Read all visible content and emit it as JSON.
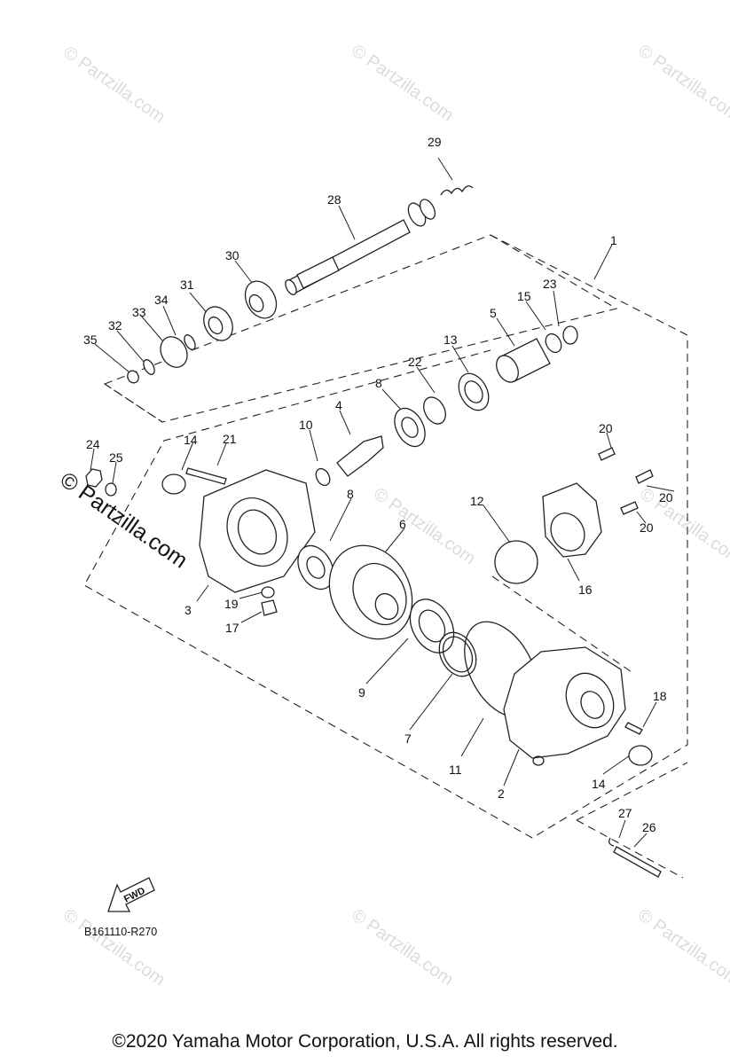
{
  "diagram": {
    "callouts": [
      "1",
      "2",
      "3",
      "4",
      "5",
      "6",
      "7",
      "8",
      "8",
      "9",
      "10",
      "11",
      "12",
      "13",
      "14",
      "14",
      "15",
      "16",
      "17",
      "18",
      "19",
      "20",
      "20",
      "20",
      "21",
      "22",
      "23",
      "24",
      "25",
      "26",
      "27",
      "28",
      "29",
      "30",
      "31",
      "32",
      "33",
      "34",
      "35"
    ],
    "diagram_code": "B161110-R270",
    "fwd_label": "FWD",
    "watermark": "© Partzilla.com",
    "watermark_large": "© Partzilla.com"
  },
  "footer": {
    "copyright": "©2020 Yamaha Motor Corporation, U.S.A. All rights reserved."
  }
}
